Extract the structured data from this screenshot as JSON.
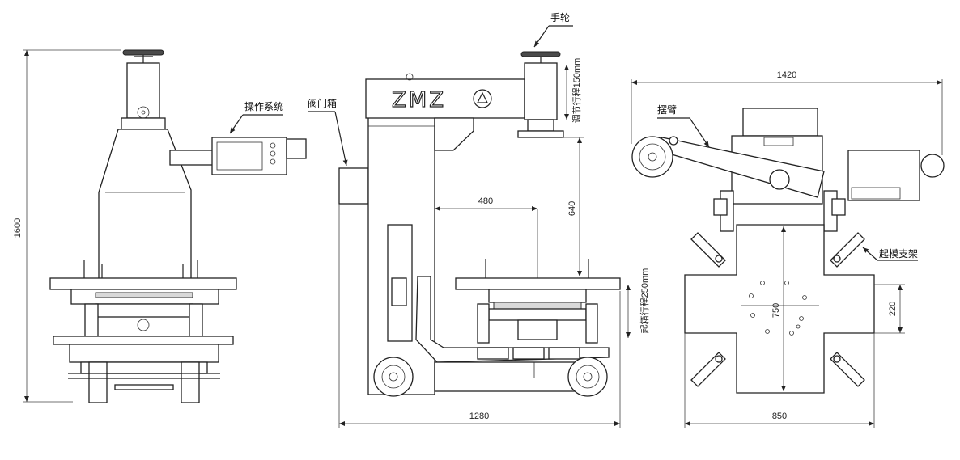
{
  "labels": {
    "operation_system": "操作系统",
    "valve_box": "阀门箱",
    "handwheel": "手轮",
    "swing_arm": "摆臂",
    "lifting_bracket": "起模支架",
    "brand": "ZMZ"
  },
  "dimensions": {
    "height_total": "1600",
    "adjust_stroke": "调节行程150mm",
    "reach": "480",
    "vertical_640": "640",
    "lift_stroke": "起箱行程250mm",
    "length_total": "1280",
    "width_top": "1420",
    "side_750": "750",
    "side_220": "220",
    "width_bottom": "850"
  }
}
